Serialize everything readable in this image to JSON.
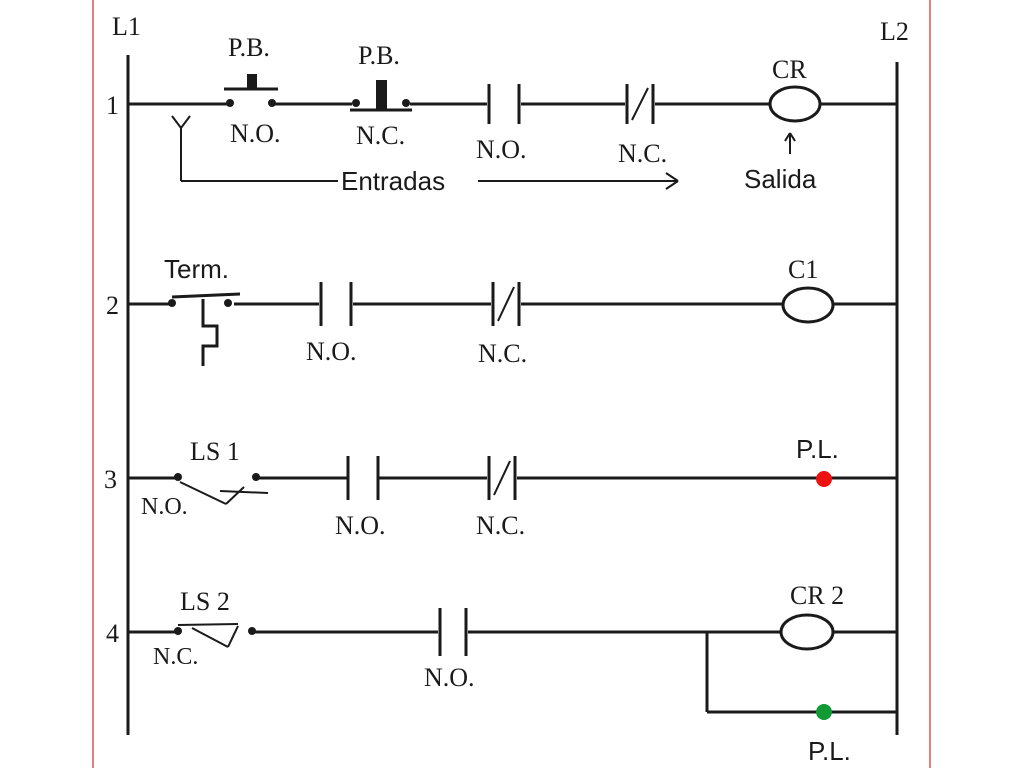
{
  "rails": {
    "left": "L1",
    "right": "L2"
  },
  "colors": {
    "frame": "#e05555",
    "pilot_red": "#ee1111",
    "pilot_green": "#119933"
  },
  "rungs": [
    {
      "number": "1",
      "pb_no": {
        "top": "P.B.",
        "bottom": "N.O."
      },
      "pb_nc": {
        "top": "P.B.",
        "bottom": "N.C."
      },
      "contact_no": "N.O.",
      "contact_nc": "N.C.",
      "coil": "CR",
      "inputs_label": "Entradas",
      "output_label": "Salida"
    },
    {
      "number": "2",
      "thermal": "Term.",
      "contact_no": "N.O.",
      "contact_nc": "N.C.",
      "coil": "C1"
    },
    {
      "number": "3",
      "switch": "LS 1",
      "switch_type": "N.O.",
      "contact_no": "N.O.",
      "contact_nc": "N.C.",
      "light": "P.L."
    },
    {
      "number": "4",
      "switch": "LS 2",
      "switch_type": "N.C.",
      "contact_no": "N.O.",
      "coil": "CR 2",
      "light": "P.L."
    }
  ]
}
